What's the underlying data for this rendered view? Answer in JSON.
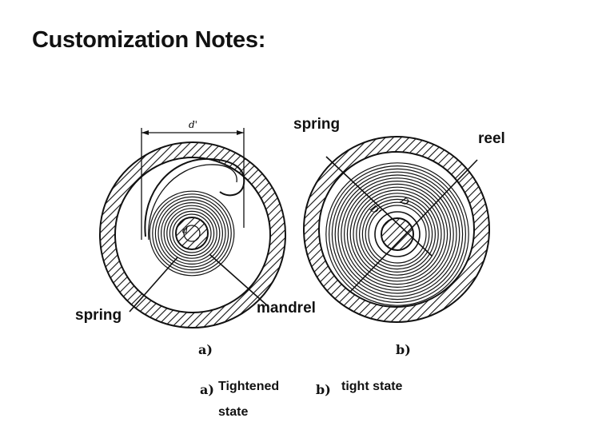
{
  "heading": "Customization Notes:",
  "diagram_a": {
    "dim_label": "d'",
    "inner_label": "d",
    "label_spring": "spring",
    "label_mandrel": "mandrel",
    "sub_label": "a)"
  },
  "diagram_b": {
    "label_spring": "spring",
    "label_reel": "reel",
    "dim_label_1": "D'",
    "dim_label_2": "D",
    "sub_label": "b)"
  },
  "captions": {
    "a_marker": "a)",
    "a_text_line1": "Tightened",
    "a_text_line2": "state",
    "b_marker": "b)",
    "b_text": "tight state"
  },
  "colors": {
    "ink": "#111111",
    "background": "#ffffff"
  }
}
